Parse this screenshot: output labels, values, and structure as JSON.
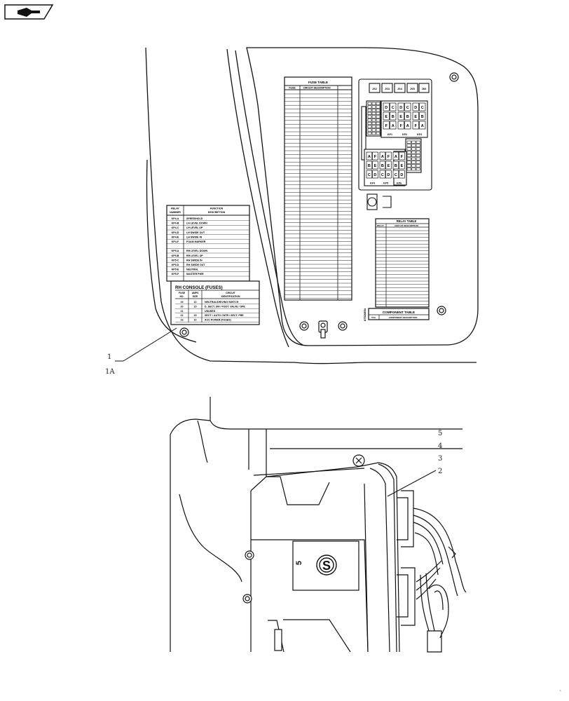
{
  "callouts": [
    {
      "id": "c1",
      "label": "1"
    },
    {
      "id": "c1a",
      "label": "1A"
    },
    {
      "id": "c5",
      "label": "5"
    },
    {
      "id": "c4",
      "label": "4"
    },
    {
      "id": "c3",
      "label": "3"
    },
    {
      "id": "c2",
      "label": "2"
    }
  ],
  "relay_function_table": {
    "col1_header": [
      "RELAY",
      "NUMBER"
    ],
    "col2_header": [
      "FUNCTION",
      "DESCRIPTION"
    ],
    "rows": [
      [
        "KP4-A",
        "SPEED/HOLD"
      ],
      [
        "KP4-B",
        "LH LEVEL DOWN"
      ],
      [
        "KP4-C",
        "LH LEVEL UP"
      ],
      [
        "KP4-D",
        "LH SWIDE OUT"
      ],
      [
        "KP4-E",
        "LH SWIDE IN"
      ],
      [
        "KP4-F",
        "FOAM MARKER"
      ],
      [
        "",
        ""
      ],
      [
        "KP5-A",
        "RH LEVEL DOWN"
      ],
      [
        "KP5-B",
        "RH LEVEL UP"
      ],
      [
        "KP5-C",
        "RH SWIDE IN"
      ],
      [
        "KP5-D",
        "RH SWIDE OUT"
      ],
      [
        "KP5-E",
        "NEUTRAL"
      ],
      [
        "KP5-F",
        "MASTER PWR"
      ]
    ]
  },
  "rh_console": {
    "title": "RH CONSOLE (FUSES)",
    "headers": [
      [
        "FUSE",
        "NO."
      ],
      [
        "AMPS",
        "SIZE"
      ],
      [
        "CIRCUIT",
        "IDENTIFICATION"
      ]
    ],
    "rows": [
      [
        "19",
        "10",
        "NEUTRAL/DRIVING SWITCH"
      ],
      [
        "20",
        "15",
        "D. SECT. SW / FOOT. VALVE / SPE"
      ],
      [
        "21",
        "",
        "UNUSED"
      ],
      [
        "22",
        "15",
        "SECT. / AUTO CNTR / SECT. PRE"
      ],
      [
        "23",
        "10",
        "ACC POWER (FUSES)"
      ]
    ]
  },
  "fuse_table": {
    "title": "FUSE TABLE",
    "col1": "FUSE",
    "col2": "CIRCUIT DESCRIPTION"
  },
  "relay_table": {
    "title": "RELAY TABLE",
    "col1": "RELAY",
    "col2": "CIRCUIT DESCRIPTION"
  },
  "component_table": {
    "title": "COMPONENT TABLE",
    "col1": "TAG",
    "col2": "COMPONENT DESCRIPTION"
  },
  "fuse_panel": {
    "top_labels": [
      "J62",
      "J63",
      "J64",
      "J65",
      "J66"
    ],
    "relay_letters": [
      [
        "D",
        "C"
      ],
      [
        "E",
        "B"
      ],
      [
        "F",
        "A"
      ]
    ],
    "upper_relays": [
      "KP1",
      "KP2",
      "KP3"
    ],
    "lower_relays": [
      "KP4",
      "KP5",
      "KP6"
    ],
    "lower_letters": [
      [
        "A",
        "F"
      ],
      [
        "B",
        "E"
      ],
      [
        "C",
        "D"
      ]
    ],
    "vertical_code": "87526894"
  },
  "ecu": {
    "logo_char": "S",
    "mark": "5"
  },
  "corner_mark": "`"
}
